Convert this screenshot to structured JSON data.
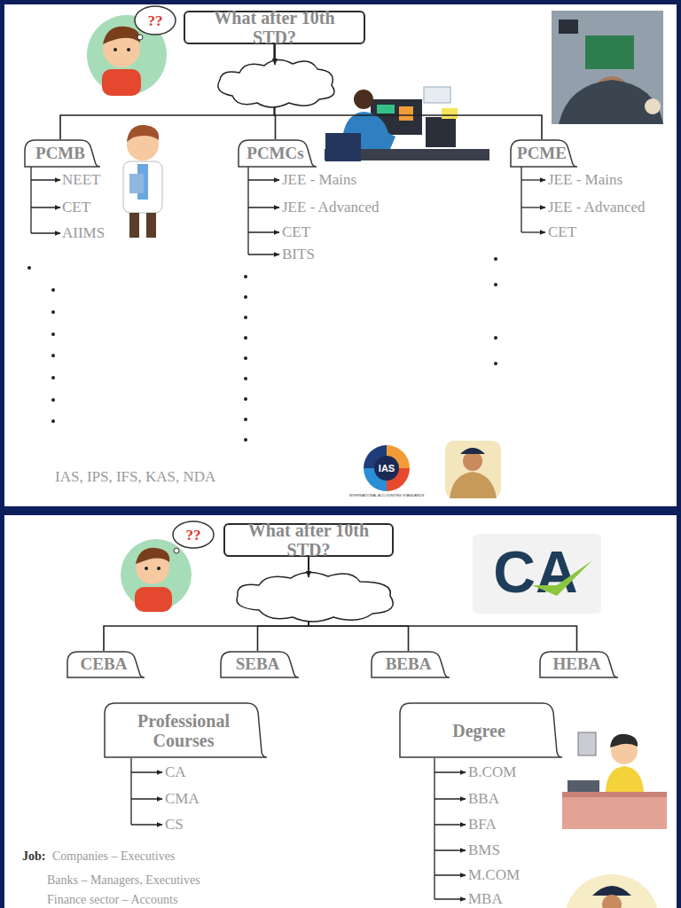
{
  "diagram": {
    "nodes": [
      {
        "text": [
          "What after 10th STD?"
        ]
      },
      {
        "text": [
          "PCMB"
        ]
      },
      {
        "text": [
          "PCMCs"
        ]
      },
      {
        "text": [
          "PCME"
        ]
      },
      {
        "text": [
          "What after 10th STD?"
        ]
      },
      {
        "text": [
          "CEBA"
        ]
      },
      {
        "text": [
          "SEBA"
        ]
      },
      {
        "text": [
          "BEBA"
        ]
      },
      {
        "text": [
          "HEBA"
        ]
      },
      {
        "text": [
          "Professional Courses"
        ]
      },
      {
        "text": [
          "Degree"
        ]
      }
    ],
    "edges": [
      {
        "from": 0,
        "to": 1,
        "arrow": "none"
      },
      {
        "from": 0,
        "to": 2,
        "arrow": "none"
      },
      {
        "from": 0,
        "to": 3,
        "arrow": "none"
      },
      {
        "from": 4,
        "to": 5,
        "arrow": "none"
      },
      {
        "from": 4,
        "to": 6,
        "arrow": "none"
      },
      {
        "from": 4,
        "to": 7,
        "arrow": "none"
      },
      {
        "from": 4,
        "to": 8,
        "arrow": "none"
      }
    ],
    "labels": [
      "??",
      "NEET",
      "CET",
      "AIIMS",
      "JEE - Mains",
      "JEE - Advanced",
      "CET",
      "BITS",
      "JEE - Mains",
      "JEE - Advanced",
      "CET",
      "IAS, IPS, IFS, KAS, NDA",
      "IAS",
      "INTERNATIONAL ACCOUNTING STANDARDS",
      "??",
      "CA",
      "CA",
      "CMA",
      "CS",
      "B.COM",
      "BBA",
      "BFA",
      "BMS",
      "M.COM",
      "MBA",
      "Job:",
      "Companies – Executives",
      "Banks – Managers, Executives",
      "Finance sector – Accounts"
    ]
  }
}
